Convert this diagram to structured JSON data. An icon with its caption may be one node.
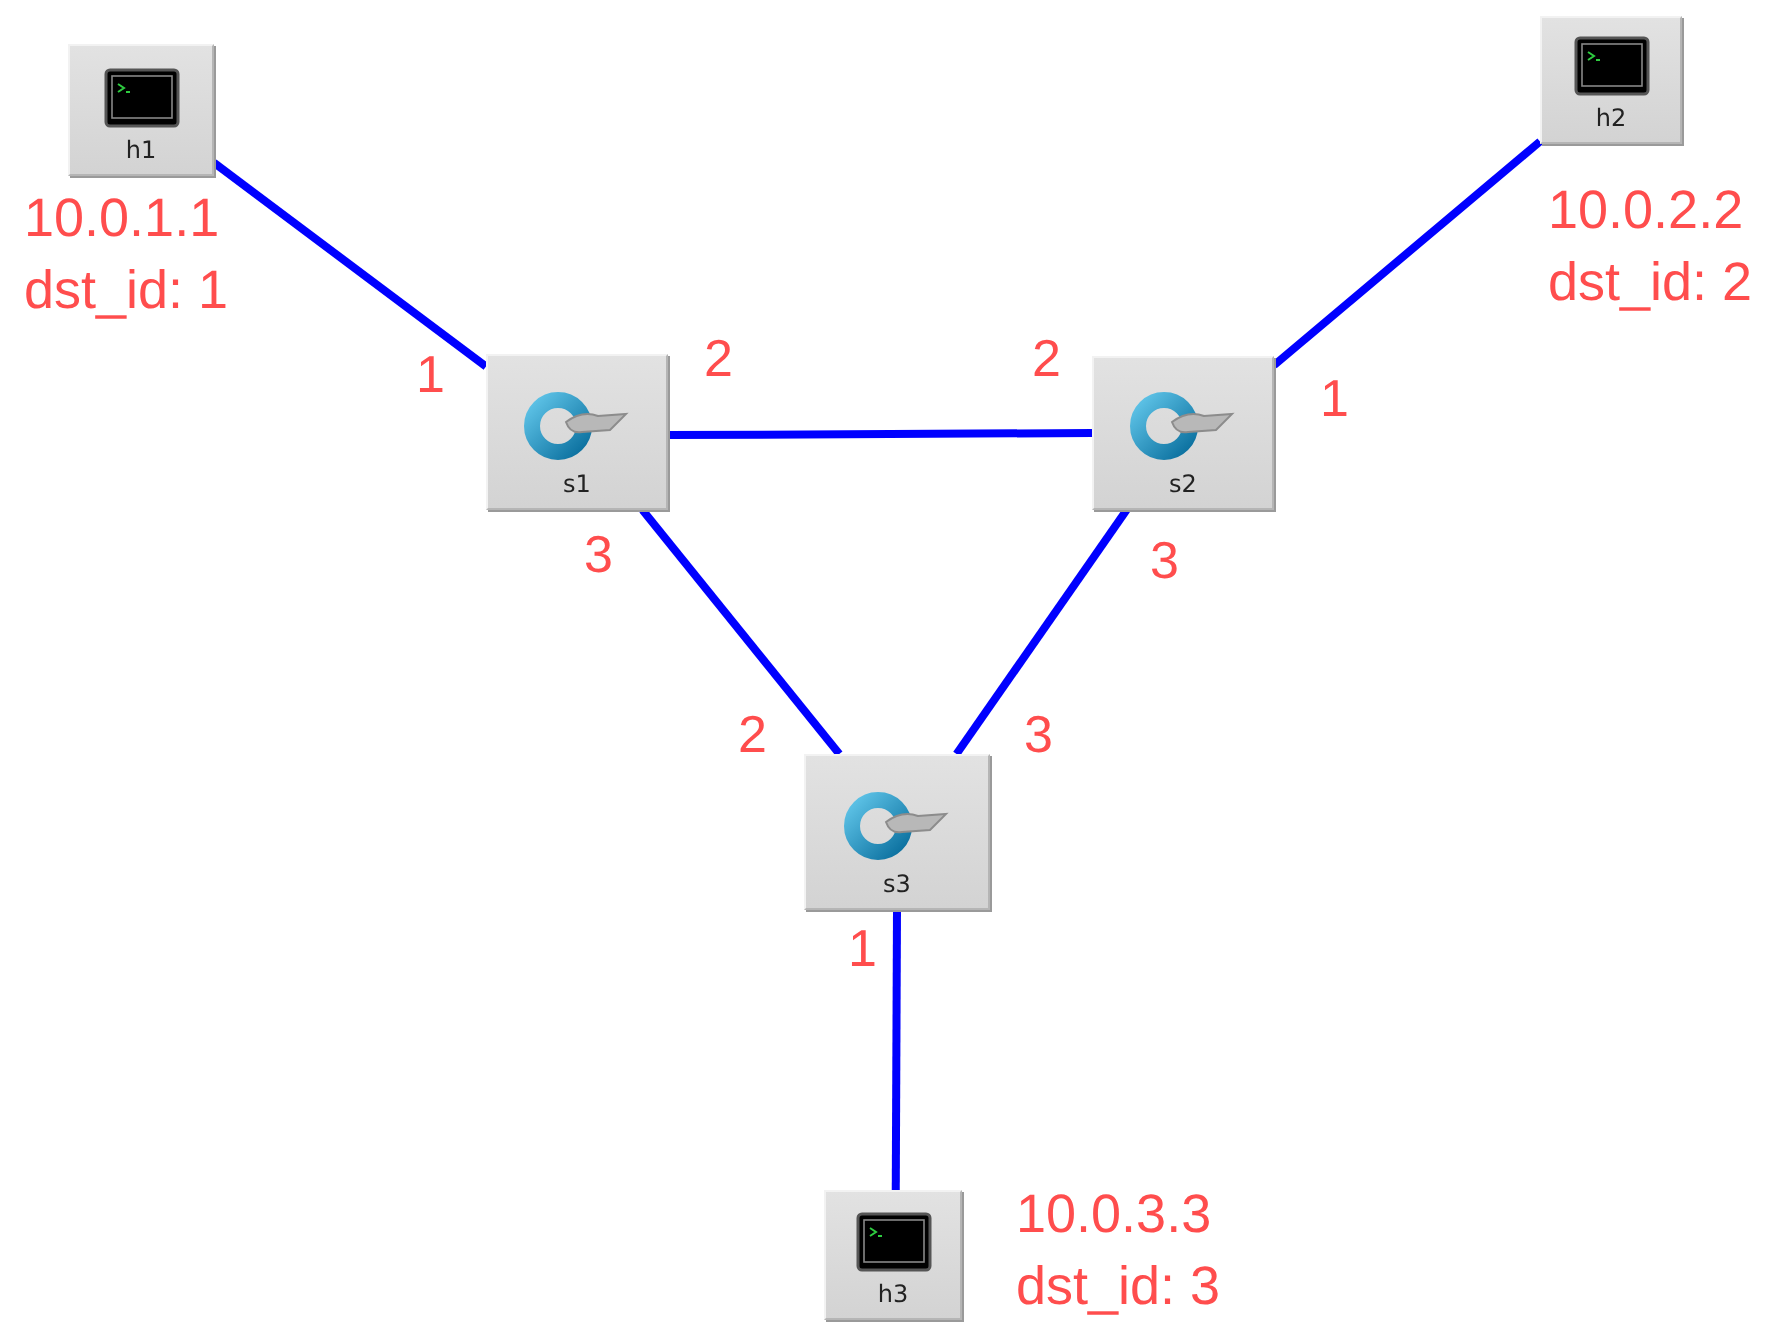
{
  "diagram": {
    "nodes": [
      {
        "text": [
          "h1"
        ],
        "beside": [
          "10.0.1.1",
          "dst_id: 1"
        ]
      },
      {
        "text": [
          "h2"
        ],
        "beside": [
          "10.0.2.2",
          "dst_id: 2"
        ]
      },
      {
        "text": [
          "s1"
        ]
      },
      {
        "text": [
          "s2"
        ]
      },
      {
        "text": [
          "s3"
        ]
      },
      {
        "text": [
          "h3"
        ],
        "beside": [
          "10.0.3.3",
          "dst_id: 3"
        ]
      }
    ],
    "edges": [
      {
        "from": 0,
        "to": 2,
        "arrow": "none"
      },
      {
        "from": 1,
        "to": 3,
        "arrow": "none"
      },
      {
        "from": 2,
        "to": 3,
        "arrow": "none"
      },
      {
        "from": 2,
        "to": 4,
        "arrow": "none"
      },
      {
        "from": 3,
        "to": 4,
        "arrow": "none"
      },
      {
        "from": 4,
        "to": 5,
        "arrow": "none"
      }
    ],
    "labels": [
      "1",
      "2",
      "2",
      "1",
      "3",
      "3",
      "2",
      "3",
      "1"
    ]
  }
}
